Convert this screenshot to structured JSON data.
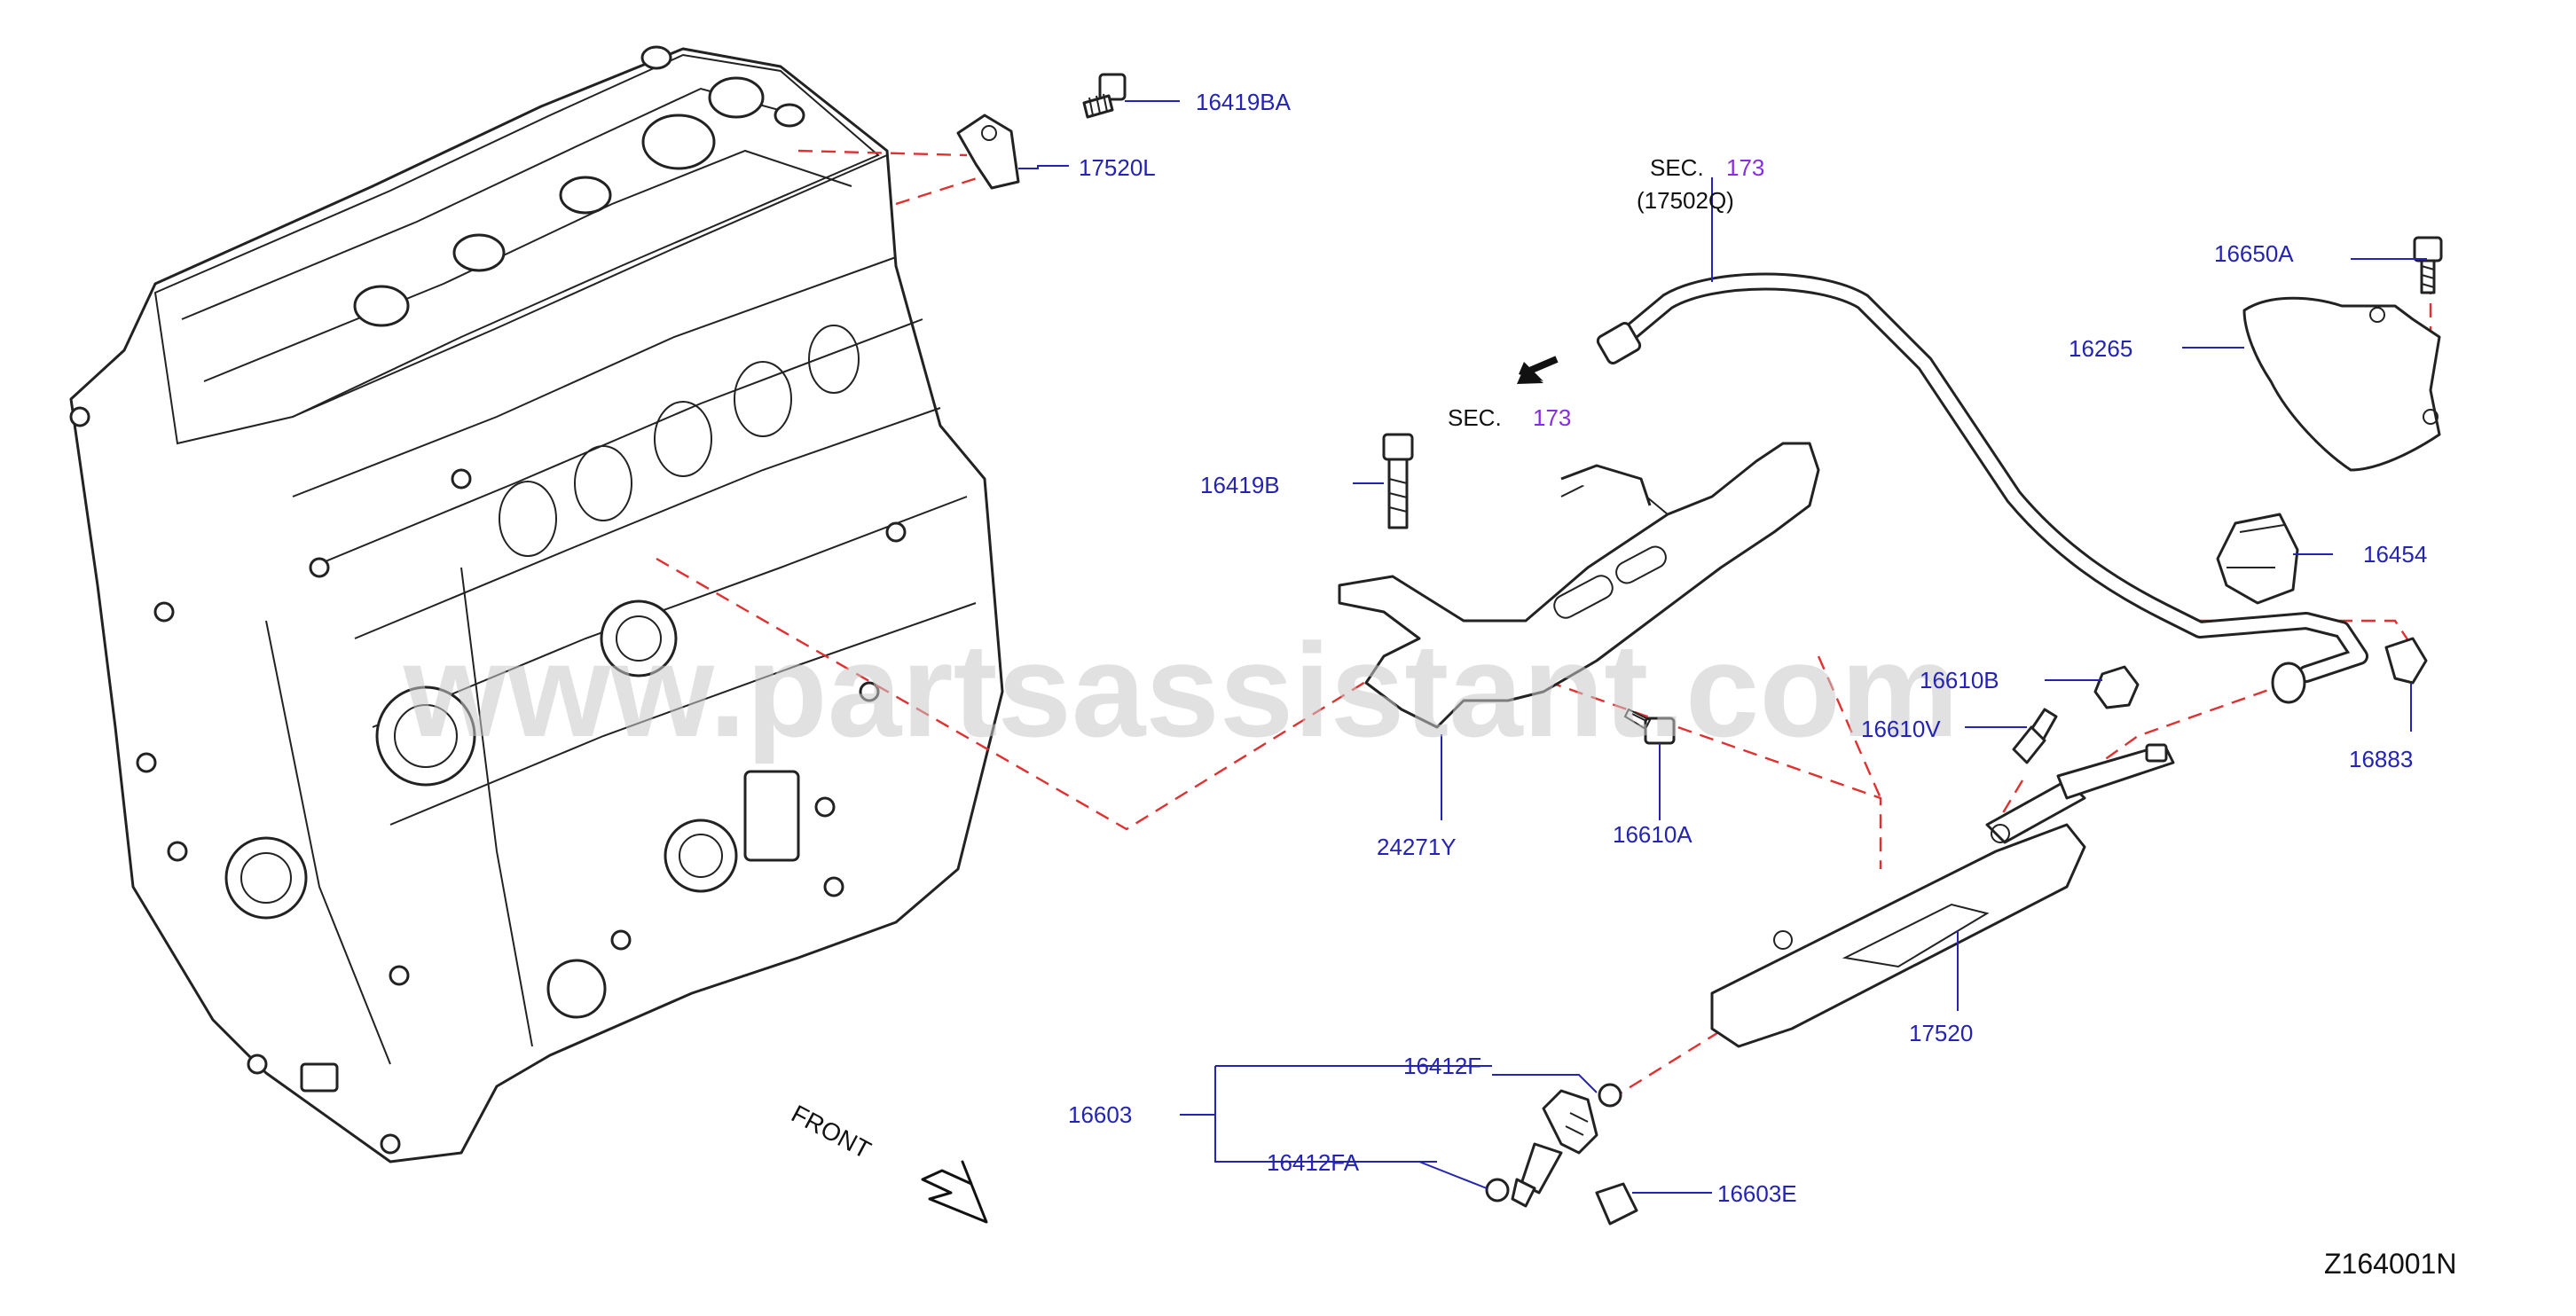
{
  "watermark": "www.partsassistant.com",
  "diagram_code": "Z164001N",
  "front_label": "FRONT",
  "sec_refs": [
    {
      "prefix": "SEC.",
      "number": "173",
      "sub": "(17502Q)"
    },
    {
      "prefix": "SEC.",
      "number": "173"
    }
  ],
  "parts": [
    {
      "label": "16419BA",
      "icon": "bolt-icon"
    },
    {
      "label": "17520L",
      "icon": "bracket-icon"
    },
    {
      "label": "16650A",
      "icon": "bolt-icon"
    },
    {
      "label": "16265",
      "icon": "heat-shield-icon"
    },
    {
      "label": "16419B",
      "icon": "bolt-icon"
    },
    {
      "label": "16454",
      "icon": "clamp-icon"
    },
    {
      "label": "16610B",
      "icon": "cap-icon"
    },
    {
      "label": "16610V",
      "icon": "valve-icon"
    },
    {
      "label": "16883",
      "icon": "clip-icon"
    },
    {
      "label": "24271Y",
      "icon": "bracket-icon"
    },
    {
      "label": "16610A",
      "icon": "bolt-icon"
    },
    {
      "label": "17520",
      "icon": "fuel-rail-icon"
    },
    {
      "label": "16412F",
      "icon": "seal-icon"
    },
    {
      "label": "16603",
      "icon": "injector-icon"
    },
    {
      "label": "16412FA",
      "icon": "seal-icon"
    },
    {
      "label": "16603E",
      "icon": "clip-icon"
    }
  ]
}
